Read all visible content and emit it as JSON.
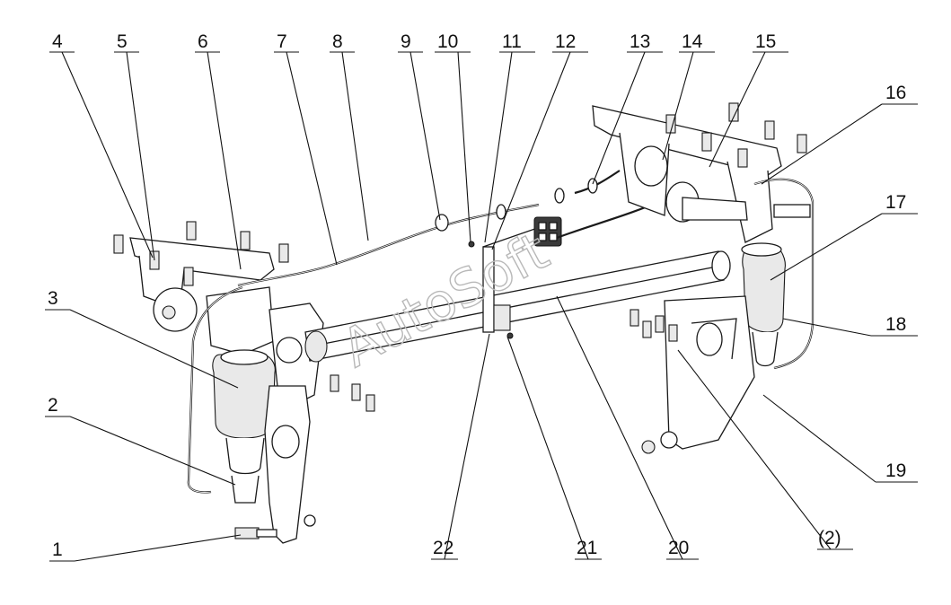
{
  "watermark": "AutoSoft",
  "callouts": [
    "1",
    "2",
    "3",
    "4",
    "5",
    "6",
    "7",
    "8",
    "9",
    "10",
    "11",
    "12",
    "13",
    "14",
    "15",
    "16",
    "17",
    "18",
    "19",
    "20",
    "21",
    "22",
    "(2)"
  ]
}
